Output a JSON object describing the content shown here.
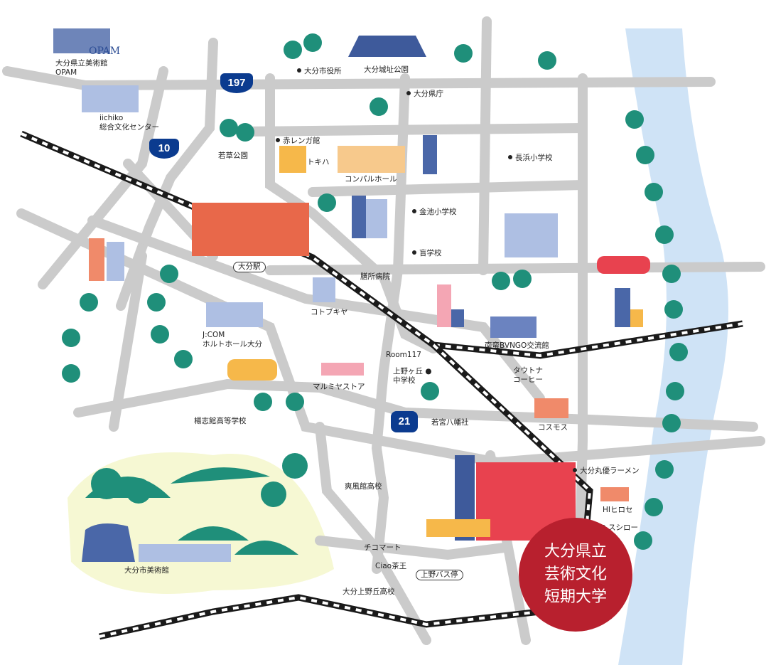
{
  "colors": {
    "road": "#cbcbcb",
    "river": "#cfe3f6",
    "rail": "#1a1a1a",
    "shield": "#0b3b8f",
    "campus": "#b8202e",
    "tree": "#1f8f7a",
    "trunk": "#f08a6a"
  },
  "route_shields": [
    "197",
    "10",
    "21"
  ],
  "landmarks": {
    "opam_logo": "OPAM",
    "opam_1": "大分県立美術館",
    "opam_2": "OPAM",
    "iichiko_1": "iichiko",
    "iichiko_2": "総合文化センター",
    "city_hall": "大分市役所",
    "castle": "大分城址公園",
    "pref_office": "大分県庁",
    "red_brick": "赤レンガ館",
    "tokiha": "トキハ",
    "wakakusa": "若草公園",
    "compal": "コンパルホール",
    "nagahama": "長浜小学校",
    "kanaike": "金池小学校",
    "blind_school": "盲学校",
    "station": "大分駅",
    "zeze": "膳所病院",
    "kotobukiya": "コトブキヤ",
    "room117": "Room117",
    "nanban": "南蛮BVNGO交流館",
    "jcom_1": "J:COM",
    "jcom_2": "ホルトホール大分",
    "uenogaoka_jh_1": "上野ヶ丘",
    "uenogaoka_jh_2": "中学校",
    "tautona_1": "タウトナ",
    "tautona_2": "コーヒー",
    "marumiya": "マルミヤストア",
    "wakamiya": "若宮八幡社",
    "cosmos": "コスモス",
    "yoshikan": "楊志館高等学校",
    "maruyu": "大分丸優ラーメン",
    "sofukan": "爽風館高校",
    "hirose": "HIヒロセ",
    "sushiro": "スシロー",
    "chikomart": "チコマート",
    "ciao": "Ciao茶王",
    "bus_stop": "上野バス停",
    "art_museum": "大分市美術館",
    "uenogaoka_hs": "大分上野丘高校"
  },
  "campus": {
    "line1": "大分県立",
    "line2": "芸術文化",
    "line3": "短期大学"
  }
}
